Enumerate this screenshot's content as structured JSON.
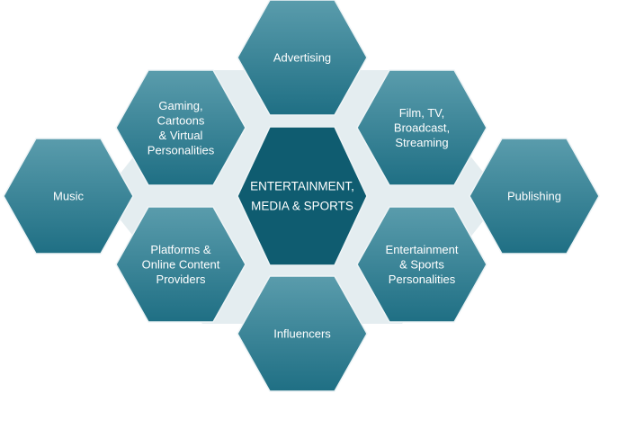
{
  "center": {
    "lines": [
      "ENTERTAINMENT,",
      "MEDIA & SPORTS"
    ],
    "color": "#0f5c70"
  },
  "palette": {
    "hex_top": "#5a9cac",
    "hex_bottom": "#1f6f84",
    "hex_stroke": "#eef4f6",
    "connector": "#e4edf0"
  },
  "nodes": [
    {
      "id": "advertising",
      "lines": [
        "Advertising"
      ]
    },
    {
      "id": "film-tv",
      "lines": [
        "Film, TV,",
        "Broadcast,",
        "Streaming"
      ]
    },
    {
      "id": "publishing",
      "lines": [
        "Publishing"
      ]
    },
    {
      "id": "entertainment-sports-personalities",
      "lines": [
        "Entertainment",
        "& Sports",
        "Personalities"
      ]
    },
    {
      "id": "influencers",
      "lines": [
        "Influencers"
      ]
    },
    {
      "id": "platforms",
      "lines": [
        "Platforms &",
        "Online Content",
        "Providers"
      ]
    },
    {
      "id": "music",
      "lines": [
        "Music"
      ]
    },
    {
      "id": "gaming",
      "lines": [
        "Gaming,",
        "Cartoons",
        "& Virtual",
        "Personalities"
      ]
    }
  ]
}
